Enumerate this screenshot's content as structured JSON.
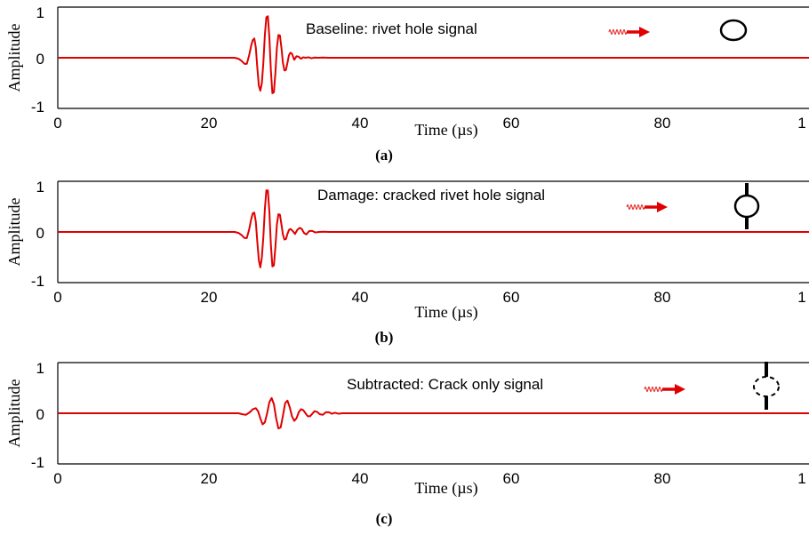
{
  "chart_data": [
    {
      "type": "line",
      "panel_label": "(a)",
      "annotation": "Baseline: rivet hole signal",
      "icon": "rivet-hole-icon",
      "xlabel": "Time (µs)",
      "ylabel": "Amplitude",
      "xlim": [
        0,
        100
      ],
      "ylim": [
        -1,
        1
      ],
      "x_ticks": [
        "0",
        "20",
        "40",
        "60",
        "80",
        "1"
      ],
      "y_ticks": [
        "1",
        "0",
        "-1"
      ],
      "grid": false,
      "series": [
        {
          "color": "#e00000",
          "x": [
            0,
            23.5,
            24,
            24.4,
            24.8,
            25.1,
            25.4,
            25.7,
            25.9,
            26.1,
            26.3,
            26.5,
            26.7,
            26.9,
            27.1,
            27.3,
            27.5,
            27.7,
            27.9,
            28.1,
            28.3,
            28.5,
            28.7,
            28.9,
            29.1,
            29.3,
            29.5,
            29.7,
            29.9,
            30.1,
            30.3,
            30.5,
            30.7,
            30.9,
            31.1,
            31.4,
            31.7,
            32.0,
            32.3,
            32.6,
            32.9,
            33.3,
            33.7,
            34.1,
            34.6,
            35.2,
            36,
            100
          ],
          "y": [
            0,
            0,
            -0.02,
            -0.06,
            -0.12,
            -0.12,
            0.04,
            0.25,
            0.35,
            0.38,
            0.2,
            -0.2,
            -0.55,
            -0.65,
            -0.5,
            -0.1,
            0.45,
            0.8,
            0.82,
            0.4,
            -0.25,
            -0.7,
            -0.68,
            -0.3,
            0.2,
            0.45,
            0.44,
            0.2,
            -0.1,
            -0.25,
            -0.24,
            -0.1,
            0.05,
            0.1,
            0.08,
            -0.04,
            0.03,
            0.02,
            -0.02,
            0.01,
            0,
            0.01,
            -0.01,
            0.005,
            0,
            0.004,
            0,
            0
          ]
        }
      ]
    },
    {
      "type": "line",
      "panel_label": "(b)",
      "annotation": "Damage: cracked rivet hole signal",
      "icon": "cracked-rivet-hole-icon",
      "xlabel": "Time (µs)",
      "ylabel": "Amplitude",
      "xlim": [
        0,
        100
      ],
      "ylim": [
        -1,
        1
      ],
      "x_ticks": [
        "0",
        "20",
        "40",
        "60",
        "80",
        "1"
      ],
      "y_ticks": [
        "1",
        "0",
        "-1"
      ],
      "grid": false,
      "series": [
        {
          "color": "#e00000",
          "x": [
            0,
            23.5,
            24,
            24.4,
            24.8,
            25.1,
            25.4,
            25.7,
            25.9,
            26.1,
            26.3,
            26.5,
            26.7,
            26.9,
            27.1,
            27.3,
            27.5,
            27.7,
            27.9,
            28.1,
            28.3,
            28.5,
            28.7,
            28.9,
            29.1,
            29.3,
            29.5,
            29.7,
            29.9,
            30.1,
            30.3,
            30.5,
            30.7,
            30.9,
            31.2,
            31.5,
            31.8,
            32.1,
            32.4,
            32.7,
            33.0,
            33.4,
            33.8,
            34.2,
            34.7,
            35.3,
            36,
            100
          ],
          "y": [
            0,
            0,
            -0.02,
            -0.06,
            -0.12,
            -0.12,
            0.04,
            0.26,
            0.37,
            0.38,
            0.2,
            -0.2,
            -0.56,
            -0.7,
            -0.5,
            -0.1,
            0.45,
            0.82,
            0.82,
            0.4,
            -0.25,
            -0.68,
            -0.66,
            -0.3,
            0.15,
            0.35,
            0.34,
            0.15,
            -0.05,
            -0.15,
            -0.14,
            -0.04,
            0.04,
            0.06,
            0.02,
            -0.04,
            0.04,
            0.08,
            0.06,
            -0.02,
            -0.05,
            0.02,
            0.02,
            -0.01,
            0,
            0.005,
            0,
            0
          ]
        }
      ]
    },
    {
      "type": "line",
      "panel_label": "(c)",
      "annotation": "Subtracted: Crack only signal",
      "icon": "crack-only-icon",
      "xlabel": "Time (µs)",
      "ylabel": "Amplitude",
      "xlim": [
        0,
        100
      ],
      "ylim": [
        -1,
        1
      ],
      "x_ticks": [
        "0",
        "20",
        "40",
        "60",
        "80",
        "1"
      ],
      "y_ticks": [
        "1",
        "0",
        "-1"
      ],
      "grid": false,
      "series": [
        {
          "color": "#e00000",
          "x": [
            0,
            24,
            24.5,
            25,
            25.5,
            25.9,
            26.3,
            26.6,
            26.9,
            27.2,
            27.5,
            27.8,
            28.1,
            28.4,
            28.7,
            29.0,
            29.3,
            29.6,
            29.9,
            30.2,
            30.5,
            30.8,
            31.1,
            31.4,
            31.7,
            32.0,
            32.3,
            32.6,
            32.9,
            33.2,
            33.5,
            33.8,
            34.1,
            34.4,
            34.8,
            35.2,
            35.6,
            36.0,
            36.4,
            36.8,
            37.3,
            37.8,
            38.5,
            100
          ],
          "y": [
            0,
            0,
            -0.02,
            -0.03,
            0.02,
            0.08,
            0.1,
            0.04,
            -0.1,
            -0.22,
            -0.18,
            0,
            0.22,
            0.3,
            0.18,
            -0.1,
            -0.3,
            -0.28,
            -0.05,
            0.2,
            0.25,
            0.12,
            -0.06,
            -0.15,
            -0.1,
            0.02,
            0.08,
            0.06,
            0,
            -0.06,
            -0.06,
            -0.01,
            0.04,
            0.03,
            -0.02,
            -0.03,
            0.02,
            0.02,
            -0.01,
            0.01,
            -0.01,
            0,
            0,
            0
          ]
        }
      ]
    }
  ]
}
